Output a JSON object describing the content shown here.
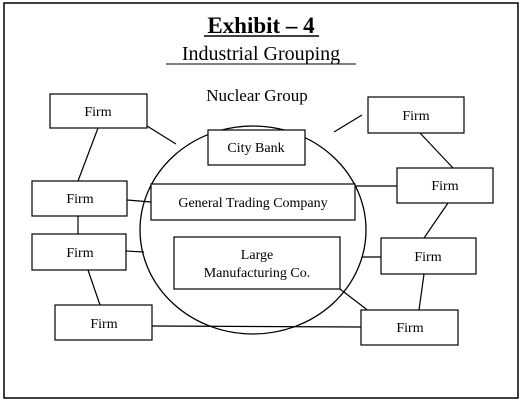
{
  "exhibit": {
    "title": "Exhibit – 4",
    "subtitle": "Industrial Grouping"
  },
  "nuclear_group": {
    "label": "Nuclear Group",
    "members": [
      {
        "id": "city-bank",
        "lines": [
          "City Bank"
        ]
      },
      {
        "id": "general-trading-company",
        "lines": [
          "General Trading Company"
        ]
      },
      {
        "id": "large-manufacturing-co",
        "lines": [
          "Large",
          "Manufacturing Co."
        ]
      }
    ]
  },
  "firms": [
    {
      "id": "firm-1",
      "label": "Firm"
    },
    {
      "id": "firm-2",
      "label": "Firm"
    },
    {
      "id": "firm-3",
      "label": "Firm"
    },
    {
      "id": "firm-4",
      "label": "Firm"
    },
    {
      "id": "firm-5",
      "label": "Firm"
    },
    {
      "id": "firm-6",
      "label": "Firm"
    },
    {
      "id": "firm-7",
      "label": "Firm"
    },
    {
      "id": "firm-8",
      "label": "Firm"
    }
  ]
}
